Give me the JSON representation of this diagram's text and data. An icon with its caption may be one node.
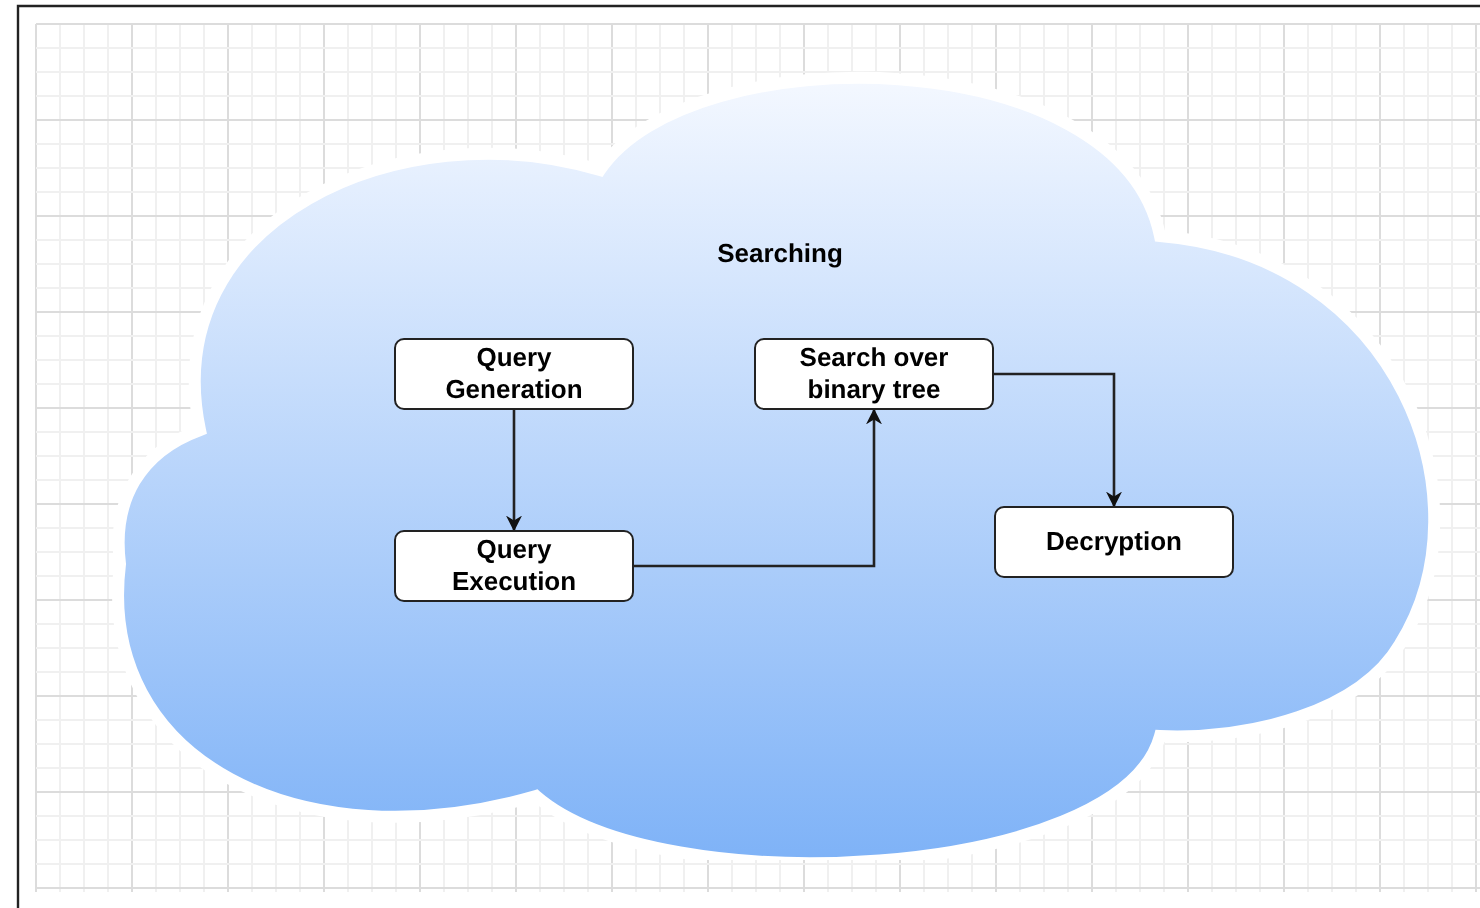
{
  "diagram": {
    "nodes": [
      {
        "text": [
          "Searching"
        ]
      },
      {
        "text": [
          "Query Generation"
        ],
        "in": 0
      },
      {
        "text": [
          "Search over binary tree"
        ],
        "in": 0
      },
      {
        "text": [
          "Query Execution"
        ],
        "in": 0
      },
      {
        "text": [
          "Decryption"
        ],
        "in": 0
      }
    ],
    "edges": [
      {
        "from": 1,
        "to": 3,
        "arrow": "to"
      },
      {
        "from": 3,
        "to": 2,
        "arrow": "to"
      },
      {
        "from": 2,
        "to": 4,
        "arrow": "to"
      }
    ]
  }
}
